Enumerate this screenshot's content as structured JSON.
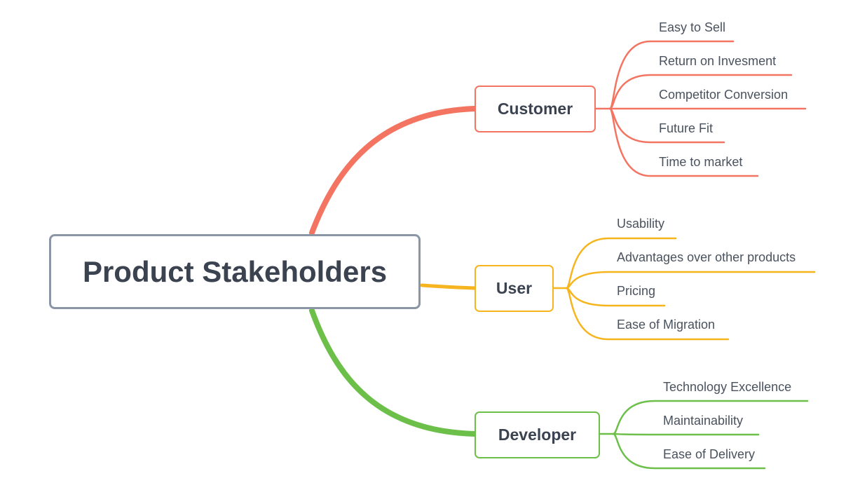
{
  "root": {
    "label": "Product Stakeholders",
    "border_color": "#8a95a6"
  },
  "branches": [
    {
      "key": "customer",
      "label": "Customer",
      "color": "#f47462",
      "leaves": [
        "Easy to Sell",
        "Return on Invesment",
        "Competitor Conversion",
        "Future Fit",
        "Time to market"
      ]
    },
    {
      "key": "user",
      "label": "User",
      "color": "#f6b51e",
      "leaves": [
        "Usability",
        "Advantages over other products",
        "Pricing",
        "Ease of Migration"
      ]
    },
    {
      "key": "developer",
      "label": "Developer",
      "color": "#6cc04a",
      "leaves": [
        "Technology Excellence",
        "Maintainability",
        "Ease of Delivery"
      ]
    }
  ]
}
